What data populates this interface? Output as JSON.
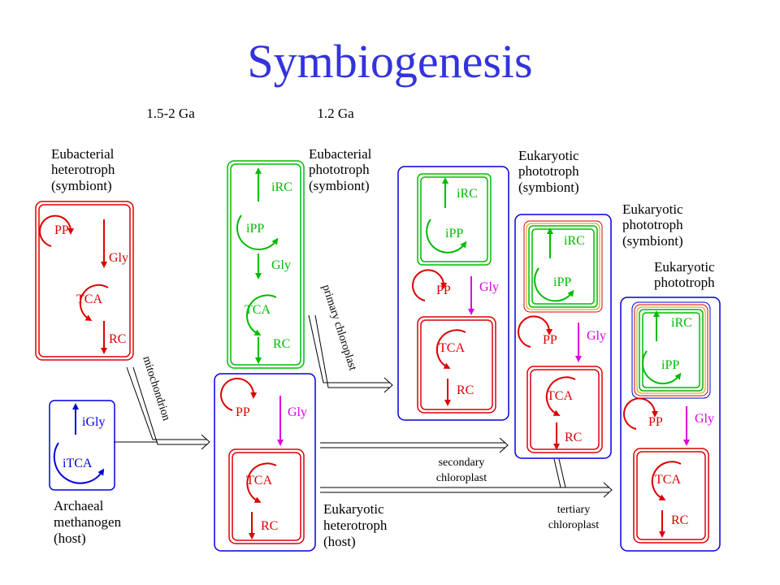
{
  "title": "Symbiogenesis",
  "times": {
    "t1": "1.5-2 Ga",
    "t2": "1.2 Ga"
  },
  "labels": {
    "euhet1": "Eubacterial",
    "euhet2": "heterotroph",
    "euhet3": "(symbiont)",
    "arch1": "Archaeal",
    "arch2": "methanogen",
    "arch3": "(host)",
    "eupho1": "Eubacterial",
    "eupho2": "phototroph",
    "eupho3": "(symbiont)",
    "eukhet1": "Eukaryotic",
    "eukhet2": "heterotroph",
    "eukhet3": "(host)",
    "ekp1a": "Eukaryotic",
    "ekp1b": "phototroph",
    "ekp1c": "(symbiont)",
    "ekp2a": "Eukaryotic",
    "ekp2b": "phototroph",
    "ekp2c": "(symbiont)",
    "ekp3a": "Eukaryotic",
    "ekp3b": "phototroph"
  },
  "pathways": {
    "PP": "PP",
    "Gly": "Gly",
    "TCA": "TCA",
    "RC": "RC",
    "iRC": "iRC",
    "iPP": "iPP",
    "iGly": "iGly",
    "iTCA": "iTCA"
  },
  "events": {
    "mito": "mitochondrion",
    "primary": "primary chloroplast",
    "secondary1": "secondary",
    "secondary2": "chloroplast",
    "tertiary1": "tertiary",
    "tertiary2": "chloroplast"
  },
  "colors": {
    "red": "#dd0000",
    "green": "#00bb00",
    "blue": "#0000dd",
    "magenta": "#dd00dd",
    "title": "#3333dd"
  }
}
